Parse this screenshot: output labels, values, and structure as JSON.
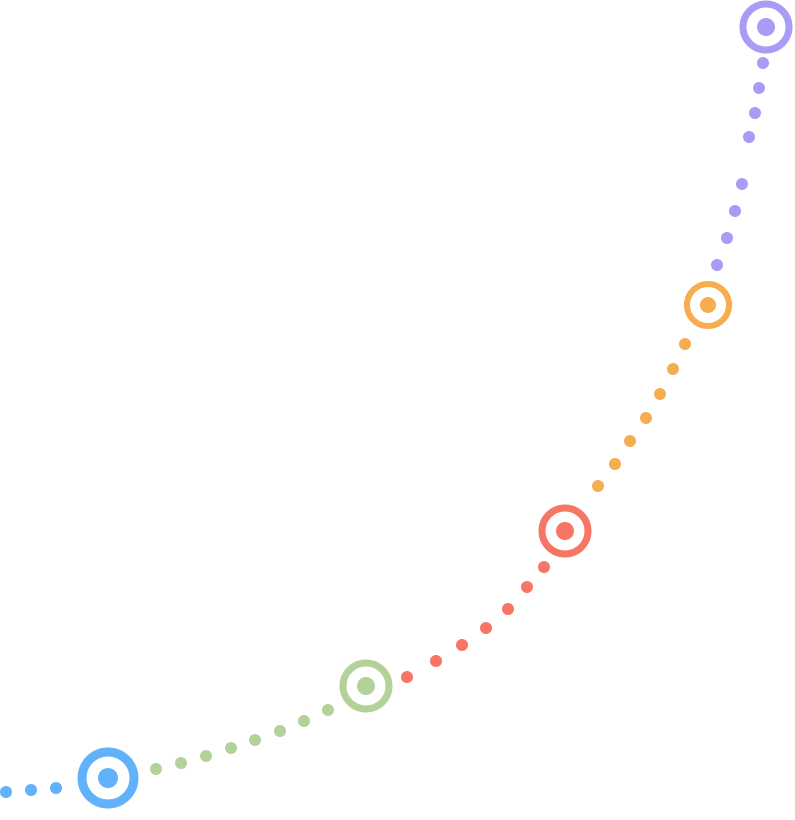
{
  "segments": [
    {
      "key": "blue",
      "color": "#62b1fb"
    },
    {
      "key": "green",
      "color": "#b2d29a"
    },
    {
      "key": "red",
      "color": "#f77565"
    },
    {
      "key": "orange",
      "color": "#f6ad4f"
    },
    {
      "key": "purple",
      "color": "#a99cf5"
    }
  ]
}
